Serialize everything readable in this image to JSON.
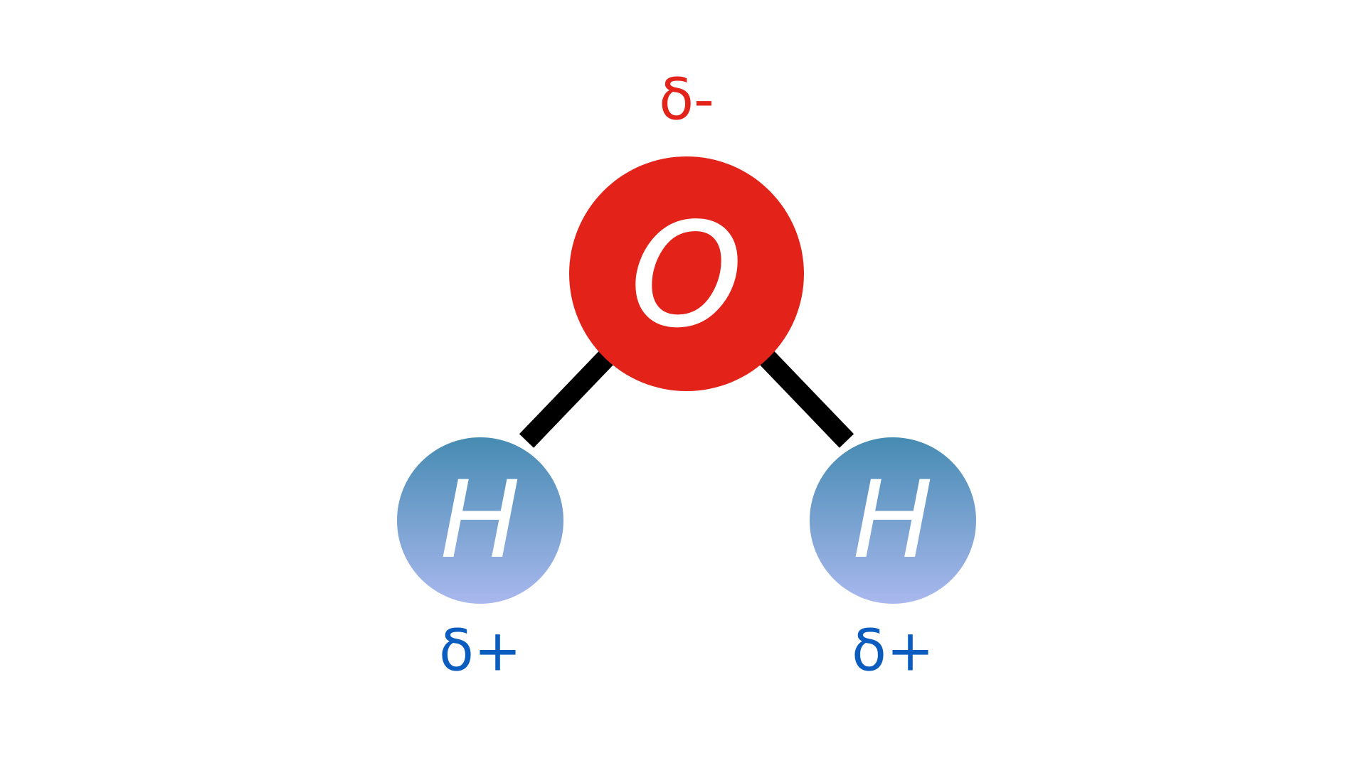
{
  "molecule": {
    "oxygen": {
      "symbol": "O",
      "charge": "δ-",
      "fill_color": "#e32219",
      "charge_color": "#e32219"
    },
    "hydrogen_left": {
      "symbol": "H",
      "charge": "δ+",
      "charge_color": "#0b5cbf"
    },
    "hydrogen_right": {
      "symbol": "H",
      "charge": "δ+",
      "charge_color": "#0b5cbf"
    },
    "hydrogen_gradient": {
      "top_color": "#468bb2",
      "bottom_color": "#a9b8ee"
    },
    "bond_color": "#000000"
  }
}
